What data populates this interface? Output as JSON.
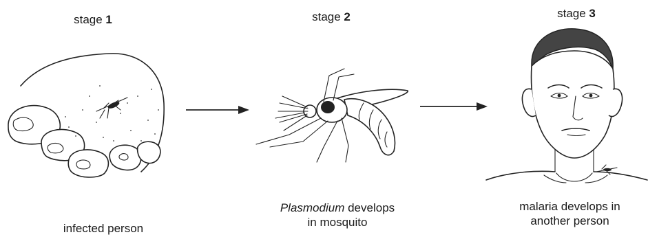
{
  "stages": [
    {
      "prefix": "stage",
      "number": "1",
      "caption": "infected person"
    },
    {
      "prefix": "stage",
      "number": "2",
      "caption_italic": "Plasmodium",
      "caption_rest": " develops",
      "caption_line2": "in mosquito"
    },
    {
      "prefix": "stage",
      "number": "3",
      "caption_line1": "malaria develops in",
      "caption_line2": "another person"
    }
  ]
}
